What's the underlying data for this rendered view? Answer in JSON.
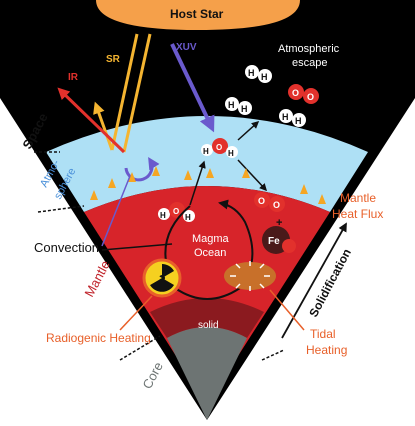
{
  "labels": {
    "host_star": "Host Star",
    "xuv": "XUV",
    "sr": "SR",
    "ir": "IR",
    "escape_line1": "Atmospheric",
    "escape_line2": "escape",
    "space": "Space",
    "atmo_line1": "Atmo-",
    "atmo_line2": "sphere",
    "mantle_heat_flux_line1": "Mantle",
    "mantle_heat_flux_line2": "Heat Flux",
    "convection": "Convection",
    "mantle": "Mantle",
    "magma_ocean_line1": "Magma",
    "magma_ocean_line2": "Ocean",
    "solidification": "Solidification",
    "radiogenic_heating": "Radiogenic Heating",
    "tidal_line1": "Tidal",
    "tidal_line2": "Heating",
    "solid": "solid",
    "core": "Core",
    "fe": "Fe",
    "atom_h": "H",
    "atom_o": "O",
    "plus": "+"
  },
  "colors": {
    "space_bg": "#000000",
    "star": "#f5a04a",
    "atmosphere": "#aee0f5",
    "mantle": "#d7242a",
    "solid_band": "#8b1a1f",
    "core": "#6d7473",
    "xuv_arrow": "#6a5acd",
    "sr_arrow": "#f5b531",
    "ir_arrow": "#e2312c",
    "heat_flux": "#f5a623",
    "label_orange": "#e8602a",
    "label_blue": "#4a90d9",
    "label_red": "#c0242b"
  }
}
